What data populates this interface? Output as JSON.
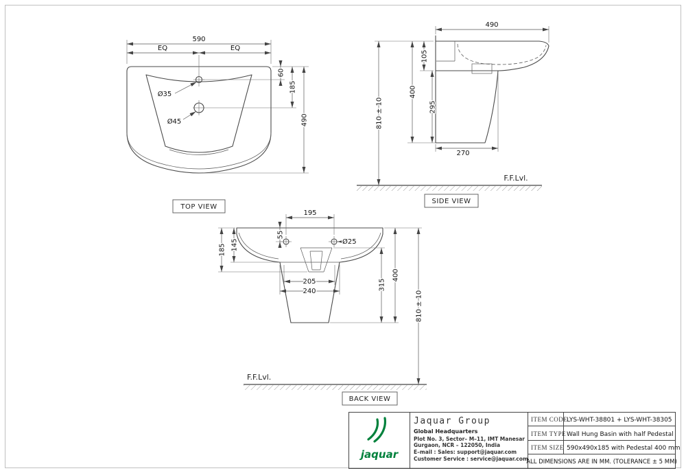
{
  "views": {
    "top": {
      "label": "TOP VIEW",
      "dim_width": "590",
      "dim_eq_left": "EQ",
      "dim_eq_right": "EQ",
      "dim_tap_hole": "Ø35",
      "dim_drain_hole": "Ø45",
      "dim_tap_offset": "60",
      "dim_drain_offset": "185",
      "dim_depth": "490"
    },
    "side": {
      "label": "SIDE VIEW",
      "dim_depth": "490",
      "dim_basin_height": "105",
      "dim_overall_height": "400",
      "dim_pedestal_height": "295",
      "dim_rim_floor_height": "810 ± 10",
      "dim_pedestal_depth": "270",
      "floor_label": "F.F.Lvl."
    },
    "back": {
      "label": "BACK VIEW",
      "dim_hole_spacing": "195",
      "dim_hole_offset": "55",
      "dim_fixing_hole": "Ø25",
      "dim_basin_height": "185",
      "dim_side_height": "145",
      "dim_waste_width": "205",
      "dim_pedestal_width": "240",
      "dim_trap_height": "315",
      "dim_pedestal_height": "400",
      "dim_rim_floor_height": "810 ± 10",
      "floor_label": "F.F.Lvl."
    }
  },
  "title_block": {
    "logo_text": "jaquar",
    "logo_color": "#00813c",
    "company_name": "Jaquar Group",
    "headquarters": "Global Headquarters",
    "address_line1": "Plot No. 3, Sector– M–11, IMT Manesar",
    "address_line2": "Gurgaon, NCR – 122050, India",
    "email_line": "E–mail : Sales: support@jaquar.com",
    "service_line": "Customer Service : service@jaquar.com",
    "rows": [
      {
        "label": "ITEM CODE",
        "value": "LYS-WHT-38801 + LYS-WHT-38305"
      },
      {
        "label": "ITEM TYPE",
        "value": "Wall Hung Basin with half Pedestal"
      },
      {
        "label": "ITEM SIZE",
        "value": "590x490x185 with Pedestal 400 mm"
      }
    ],
    "note": "ALL DIMENSIONS ARE IN MM. (TOLERANCE ± 5 MM)"
  }
}
